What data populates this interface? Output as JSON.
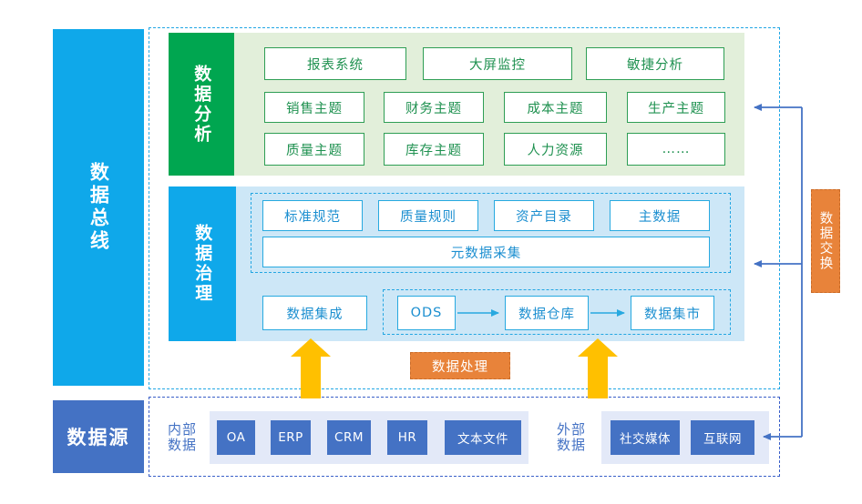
{
  "diagram": {
    "title_bus": "数据总线",
    "title_source": "数据源",
    "exchange_label": "数据交换",
    "process_label": "数据处理"
  },
  "analysis": {
    "side_label": "数据分析",
    "row1": [
      "报表系统",
      "大屏监控",
      "敏捷分析"
    ],
    "row2": [
      "销售主题",
      "财务主题",
      "成本主题",
      "生产主题"
    ],
    "row3": [
      "质量主题",
      "库存主题",
      "人力资源",
      "……"
    ]
  },
  "governance": {
    "side_label": "数据治理",
    "standards": [
      "标准规范",
      "质量规则",
      "资产目录",
      "主数据"
    ],
    "metadata": "元数据采集",
    "integration": "数据集成",
    "pipeline": [
      "ODS",
      "数据仓库",
      "数据集市"
    ]
  },
  "datasource": {
    "internal_label_line1": "内部",
    "internal_label_line2": "数据",
    "internal_items": [
      "OA",
      "ERP",
      "CRM",
      "HR",
      "文本文件"
    ],
    "external_label_line1": "外部",
    "external_label_line2": "数据",
    "external_items": [
      "社交媒体",
      "互联网"
    ]
  },
  "colors": {
    "bus_blue": "#0FA8EA",
    "source_blue": "#4472C4",
    "analysis_green": "#00A650",
    "analysis_bg": "#E2EFDA",
    "governance_bg": "#CDE7F7",
    "orange": "#E8833A",
    "yellow_arrow": "#FFC000",
    "connector_blue": "#4472C4",
    "dash_cyan": "#22A7E5",
    "dash_navy": "#3A5FC8"
  }
}
